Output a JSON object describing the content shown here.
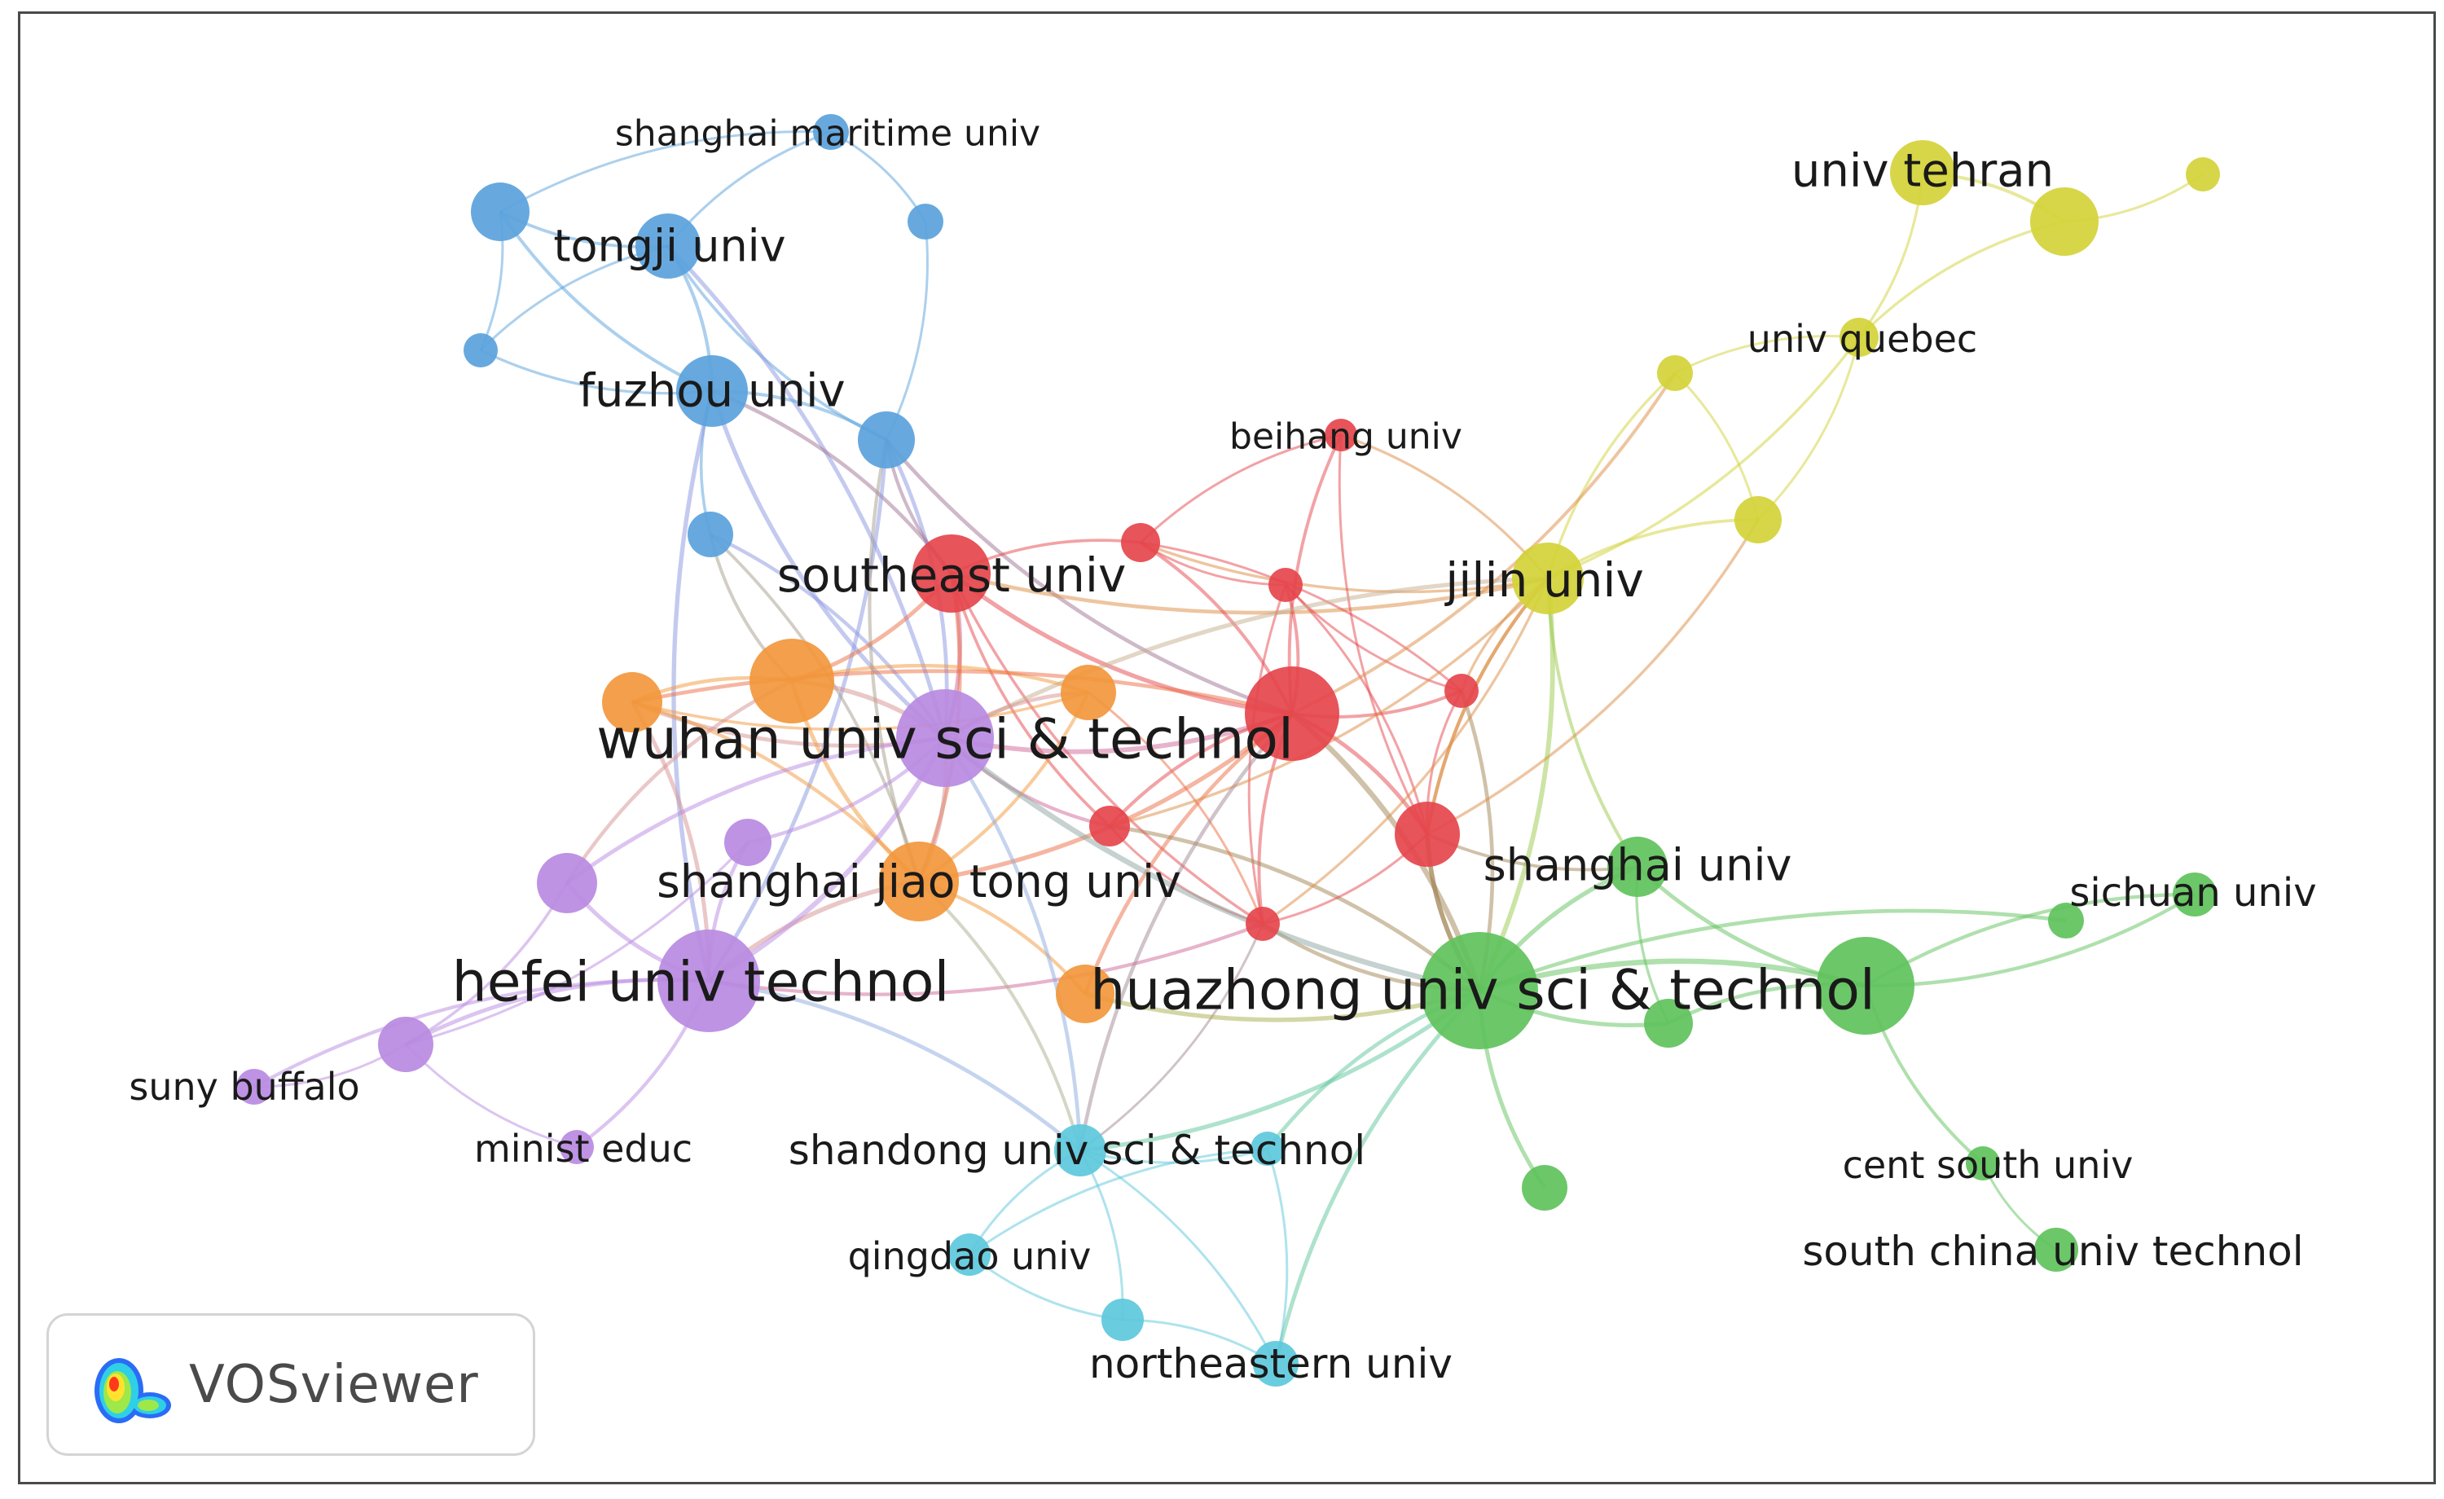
{
  "network": {
    "clusters": [
      {
        "id": "red",
        "color": "#e5454c"
      },
      {
        "id": "blue",
        "color": "#5aa2dc"
      },
      {
        "id": "yellow",
        "color": "#d2d238"
      },
      {
        "id": "orange",
        "color": "#f2973c"
      },
      {
        "id": "purple",
        "color": "#b98ae1"
      },
      {
        "id": "green",
        "color": "#5fc25c"
      },
      {
        "id": "cyan",
        "color": "#5dc8dc"
      }
    ],
    "nodes": [
      {
        "id": "southeast",
        "label": "southeast univ",
        "cluster": "red"
      },
      {
        "id": "beihang",
        "label": "beihang univ",
        "cluster": "red"
      },
      {
        "id": "red_big",
        "label": "",
        "cluster": "red"
      },
      {
        "id": "red_a",
        "label": "",
        "cluster": "red"
      },
      {
        "id": "red_b",
        "label": "",
        "cluster": "red"
      },
      {
        "id": "red_c",
        "label": "",
        "cluster": "red"
      },
      {
        "id": "red_d",
        "label": "",
        "cluster": "red"
      },
      {
        "id": "red_e",
        "label": "",
        "cluster": "red"
      },
      {
        "id": "red_f",
        "label": "",
        "cluster": "red"
      },
      {
        "id": "shmaritime",
        "label": "shanghai maritime univ",
        "cluster": "blue"
      },
      {
        "id": "tongji",
        "label": "tongji univ",
        "cluster": "blue"
      },
      {
        "id": "fuzhou",
        "label": "fuzhou univ",
        "cluster": "blue"
      },
      {
        "id": "blue_a",
        "label": "",
        "cluster": "blue"
      },
      {
        "id": "blue_b",
        "label": "",
        "cluster": "blue"
      },
      {
        "id": "blue_c",
        "label": "",
        "cluster": "blue"
      },
      {
        "id": "blue_d",
        "label": "",
        "cluster": "blue"
      },
      {
        "id": "blue_e",
        "label": "",
        "cluster": "blue"
      },
      {
        "id": "tehran",
        "label": "univ tehran",
        "cluster": "yellow"
      },
      {
        "id": "quebec",
        "label": "univ quebec",
        "cluster": "yellow"
      },
      {
        "id": "jilin",
        "label": "jilin univ",
        "cluster": "yellow"
      },
      {
        "id": "yel_a",
        "label": "",
        "cluster": "yellow"
      },
      {
        "id": "yel_b",
        "label": "",
        "cluster": "yellow"
      },
      {
        "id": "yel_c",
        "label": "",
        "cluster": "yellow"
      },
      {
        "id": "yel_d",
        "label": "",
        "cluster": "yellow"
      },
      {
        "id": "shjiaotong",
        "label": "shanghai jiao tong univ",
        "cluster": "orange"
      },
      {
        "id": "or_a",
        "label": "",
        "cluster": "orange"
      },
      {
        "id": "or_b",
        "label": "",
        "cluster": "orange"
      },
      {
        "id": "or_c",
        "label": "",
        "cluster": "orange"
      },
      {
        "id": "or_d",
        "label": "",
        "cluster": "orange"
      },
      {
        "id": "wuhan",
        "label": "wuhan univ sci & technol",
        "cluster": "purple"
      },
      {
        "id": "hefei",
        "label": "hefei univ technol",
        "cluster": "purple"
      },
      {
        "id": "suny",
        "label": "suny buffalo",
        "cluster": "purple"
      },
      {
        "id": "minist",
        "label": "minist educ",
        "cluster": "purple"
      },
      {
        "id": "pur_a",
        "label": "",
        "cluster": "purple"
      },
      {
        "id": "pur_b",
        "label": "",
        "cluster": "purple"
      },
      {
        "id": "pur_c",
        "label": "",
        "cluster": "purple"
      },
      {
        "id": "huazhong",
        "label": "huazhong univ sci & technol",
        "cluster": "green"
      },
      {
        "id": "shanghai",
        "label": "shanghai univ",
        "cluster": "green"
      },
      {
        "id": "sichuan",
        "label": "sichuan univ",
        "cluster": "green"
      },
      {
        "id": "centsouth",
        "label": "cent south univ",
        "cluster": "green"
      },
      {
        "id": "southchina",
        "label": "south china univ technol",
        "cluster": "green"
      },
      {
        "id": "gr_big",
        "label": "",
        "cluster": "green"
      },
      {
        "id": "gr_a",
        "label": "",
        "cluster": "green"
      },
      {
        "id": "gr_b",
        "label": "",
        "cluster": "green"
      },
      {
        "id": "gr_c",
        "label": "",
        "cluster": "green"
      },
      {
        "id": "shandong",
        "label": "shandong univ sci & technol",
        "cluster": "cyan"
      },
      {
        "id": "qingdao",
        "label": "qingdao univ",
        "cluster": "cyan"
      },
      {
        "id": "northeastern",
        "label": "northeastern univ",
        "cluster": "cyan"
      },
      {
        "id": "cy_a",
        "label": "",
        "cluster": "cyan"
      },
      {
        "id": "cy_b",
        "label": "",
        "cluster": "cyan"
      }
    ],
    "links": [
      [
        "shmaritime",
        "tongji"
      ],
      [
        "shmaritime",
        "blue_b"
      ],
      [
        "shmaritime",
        "blue_a"
      ],
      [
        "blue_b",
        "blue_e"
      ],
      [
        "blue_a",
        "tongji"
      ],
      [
        "blue_a",
        "blue_c"
      ],
      [
        "blue_a",
        "fuzhou"
      ],
      [
        "blue_c",
        "tongji"
      ],
      [
        "blue_c",
        "fuzhou"
      ],
      [
        "tongji",
        "fuzhou"
      ],
      [
        "tongji",
        "blue_e"
      ],
      [
        "tongji",
        "wuhan"
      ],
      [
        "fuzhou",
        "blue_d"
      ],
      [
        "fuzhou",
        "blue_e"
      ],
      [
        "fuzhou",
        "wuhan"
      ],
      [
        "fuzhou",
        "southeast"
      ],
      [
        "fuzhou",
        "hefei"
      ],
      [
        "blue_d",
        "wuhan"
      ],
      [
        "blue_d",
        "or_a"
      ],
      [
        "blue_e",
        "wuhan"
      ],
      [
        "blue_e",
        "southeast"
      ],
      [
        "blue_e",
        "hefei"
      ],
      [
        "blue_e",
        "shjiaotong"
      ],
      [
        "blue_d",
        "shjiaotong"
      ],
      [
        "blue_e",
        "red_big"
      ],
      [
        "southeast",
        "red_a"
      ],
      [
        "southeast",
        "red_big"
      ],
      [
        "southeast",
        "wuhan"
      ],
      [
        "southeast",
        "red_c"
      ],
      [
        "southeast",
        "or_a"
      ],
      [
        "southeast",
        "jilin"
      ],
      [
        "southeast",
        "shjiaotong"
      ],
      [
        "southeast",
        "red_f"
      ],
      [
        "red_a",
        "beihang"
      ],
      [
        "red_a",
        "red_b"
      ],
      [
        "red_a",
        "red_big"
      ],
      [
        "red_a",
        "jilin"
      ],
      [
        "red_a",
        "red_d"
      ],
      [
        "beihang",
        "red_big"
      ],
      [
        "beihang",
        "jilin"
      ],
      [
        "beihang",
        "red_e"
      ],
      [
        "red_b",
        "red_big"
      ],
      [
        "red_b",
        "red_d"
      ],
      [
        "red_b",
        "red_e"
      ],
      [
        "red_b",
        "red_f"
      ],
      [
        "red_big",
        "wuhan"
      ],
      [
        "red_big",
        "red_c"
      ],
      [
        "red_big",
        "red_e"
      ],
      [
        "red_big",
        "red_d"
      ],
      [
        "red_big",
        "huazhong"
      ],
      [
        "red_big",
        "or_d"
      ],
      [
        "red_big",
        "shjiaotong"
      ],
      [
        "red_big",
        "red_f"
      ],
      [
        "red_c",
        "wuhan"
      ],
      [
        "red_c",
        "red_f"
      ],
      [
        "red_c",
        "huazhong"
      ],
      [
        "red_c",
        "jilin"
      ],
      [
        "red_d",
        "jilin"
      ],
      [
        "red_d",
        "red_e"
      ],
      [
        "red_d",
        "huazhong"
      ],
      [
        "red_e",
        "huazhong"
      ],
      [
        "red_e",
        "red_f"
      ],
      [
        "red_e",
        "shanghai"
      ],
      [
        "red_e",
        "jilin"
      ],
      [
        "red_f",
        "or_c"
      ],
      [
        "red_f",
        "shandong"
      ],
      [
        "red_f",
        "huazhong"
      ],
      [
        "tehran",
        "yel_a"
      ],
      [
        "yel_a",
        "yel_b"
      ],
      [
        "tehran",
        "quebec"
      ],
      [
        "yel_a",
        "quebec"
      ],
      [
        "quebec",
        "yel_d"
      ],
      [
        "quebec",
        "yel_c"
      ],
      [
        "quebec",
        "jilin"
      ],
      [
        "yel_c",
        "jilin"
      ],
      [
        "yel_c",
        "yel_d"
      ],
      [
        "yel_d",
        "jilin"
      ],
      [
        "yel_c",
        "red_big"
      ],
      [
        "jilin",
        "red_e"
      ],
      [
        "jilin",
        "huazhong"
      ],
      [
        "jilin",
        "shanghai"
      ],
      [
        "jilin",
        "red_f"
      ],
      [
        "jilin",
        "wuhan"
      ],
      [
        "yel_d",
        "red_e"
      ],
      [
        "or_a",
        "or_b"
      ],
      [
        "or_a",
        "wuhan"
      ],
      [
        "or_b",
        "wuhan"
      ],
      [
        "or_b",
        "shjiaotong"
      ],
      [
        "or_a",
        "shjiaotong"
      ],
      [
        "or_a",
        "or_c"
      ],
      [
        "or_b",
        "or_c"
      ],
      [
        "or_b",
        "red_big"
      ],
      [
        "or_c",
        "wuhan"
      ],
      [
        "or_c",
        "shjiaotong"
      ],
      [
        "shjiaotong",
        "hefei"
      ],
      [
        "shjiaotong",
        "or_d"
      ],
      [
        "or_d",
        "huazhong"
      ],
      [
        "or_b",
        "hefei"
      ],
      [
        "or_a",
        "pur_b"
      ],
      [
        "wuhan",
        "hefei"
      ],
      [
        "wuhan",
        "pur_b"
      ],
      [
        "wuhan",
        "pur_c"
      ],
      [
        "wuhan",
        "huazhong"
      ],
      [
        "wuhan",
        "shjiaotong"
      ],
      [
        "pur_c",
        "hefei"
      ],
      [
        "pur_c",
        "pur_a"
      ],
      [
        "pur_b",
        "hefei"
      ],
      [
        "pur_b",
        "pur_a"
      ],
      [
        "hefei",
        "pur_a"
      ],
      [
        "pur_a",
        "suny"
      ],
      [
        "pur_a",
        "minist"
      ],
      [
        "hefei",
        "minist"
      ],
      [
        "hefei",
        "suny"
      ],
      [
        "hefei",
        "shandong"
      ],
      [
        "hefei",
        "red_f"
      ],
      [
        "huazhong",
        "gr_big"
      ],
      [
        "huazhong",
        "gr_a"
      ],
      [
        "huazhong",
        "shanghai"
      ],
      [
        "huazhong",
        "gr_b"
      ],
      [
        "huazhong",
        "gr_c"
      ],
      [
        "gr_big",
        "gr_a"
      ],
      [
        "gr_big",
        "sichuan"
      ],
      [
        "gr_big",
        "centsouth"
      ],
      [
        "gr_big",
        "shanghai"
      ],
      [
        "shanghai",
        "gr_a"
      ],
      [
        "sichuan",
        "gr_big"
      ],
      [
        "centsouth",
        "southchina"
      ],
      [
        "huazhong",
        "shandong"
      ],
      [
        "huazhong",
        "northeastern"
      ],
      [
        "huazhong",
        "red_e"
      ],
      [
        "shandong",
        "qingdao"
      ],
      [
        "shandong",
        "cy_a"
      ],
      [
        "shandong",
        "cy_b"
      ],
      [
        "shandong",
        "northeastern"
      ],
      [
        "qingdao",
        "cy_a"
      ],
      [
        "cy_a",
        "northeastern"
      ],
      [
        "cy_b",
        "qingdao"
      ],
      [
        "cy_b",
        "northeastern"
      ],
      [
        "shandong",
        "shjiaotong"
      ],
      [
        "shandong",
        "red_big"
      ],
      [
        "shandong",
        "wuhan"
      ],
      [
        "cy_b",
        "huazhong"
      ]
    ]
  },
  "logo": {
    "text": "VOSviewer"
  }
}
